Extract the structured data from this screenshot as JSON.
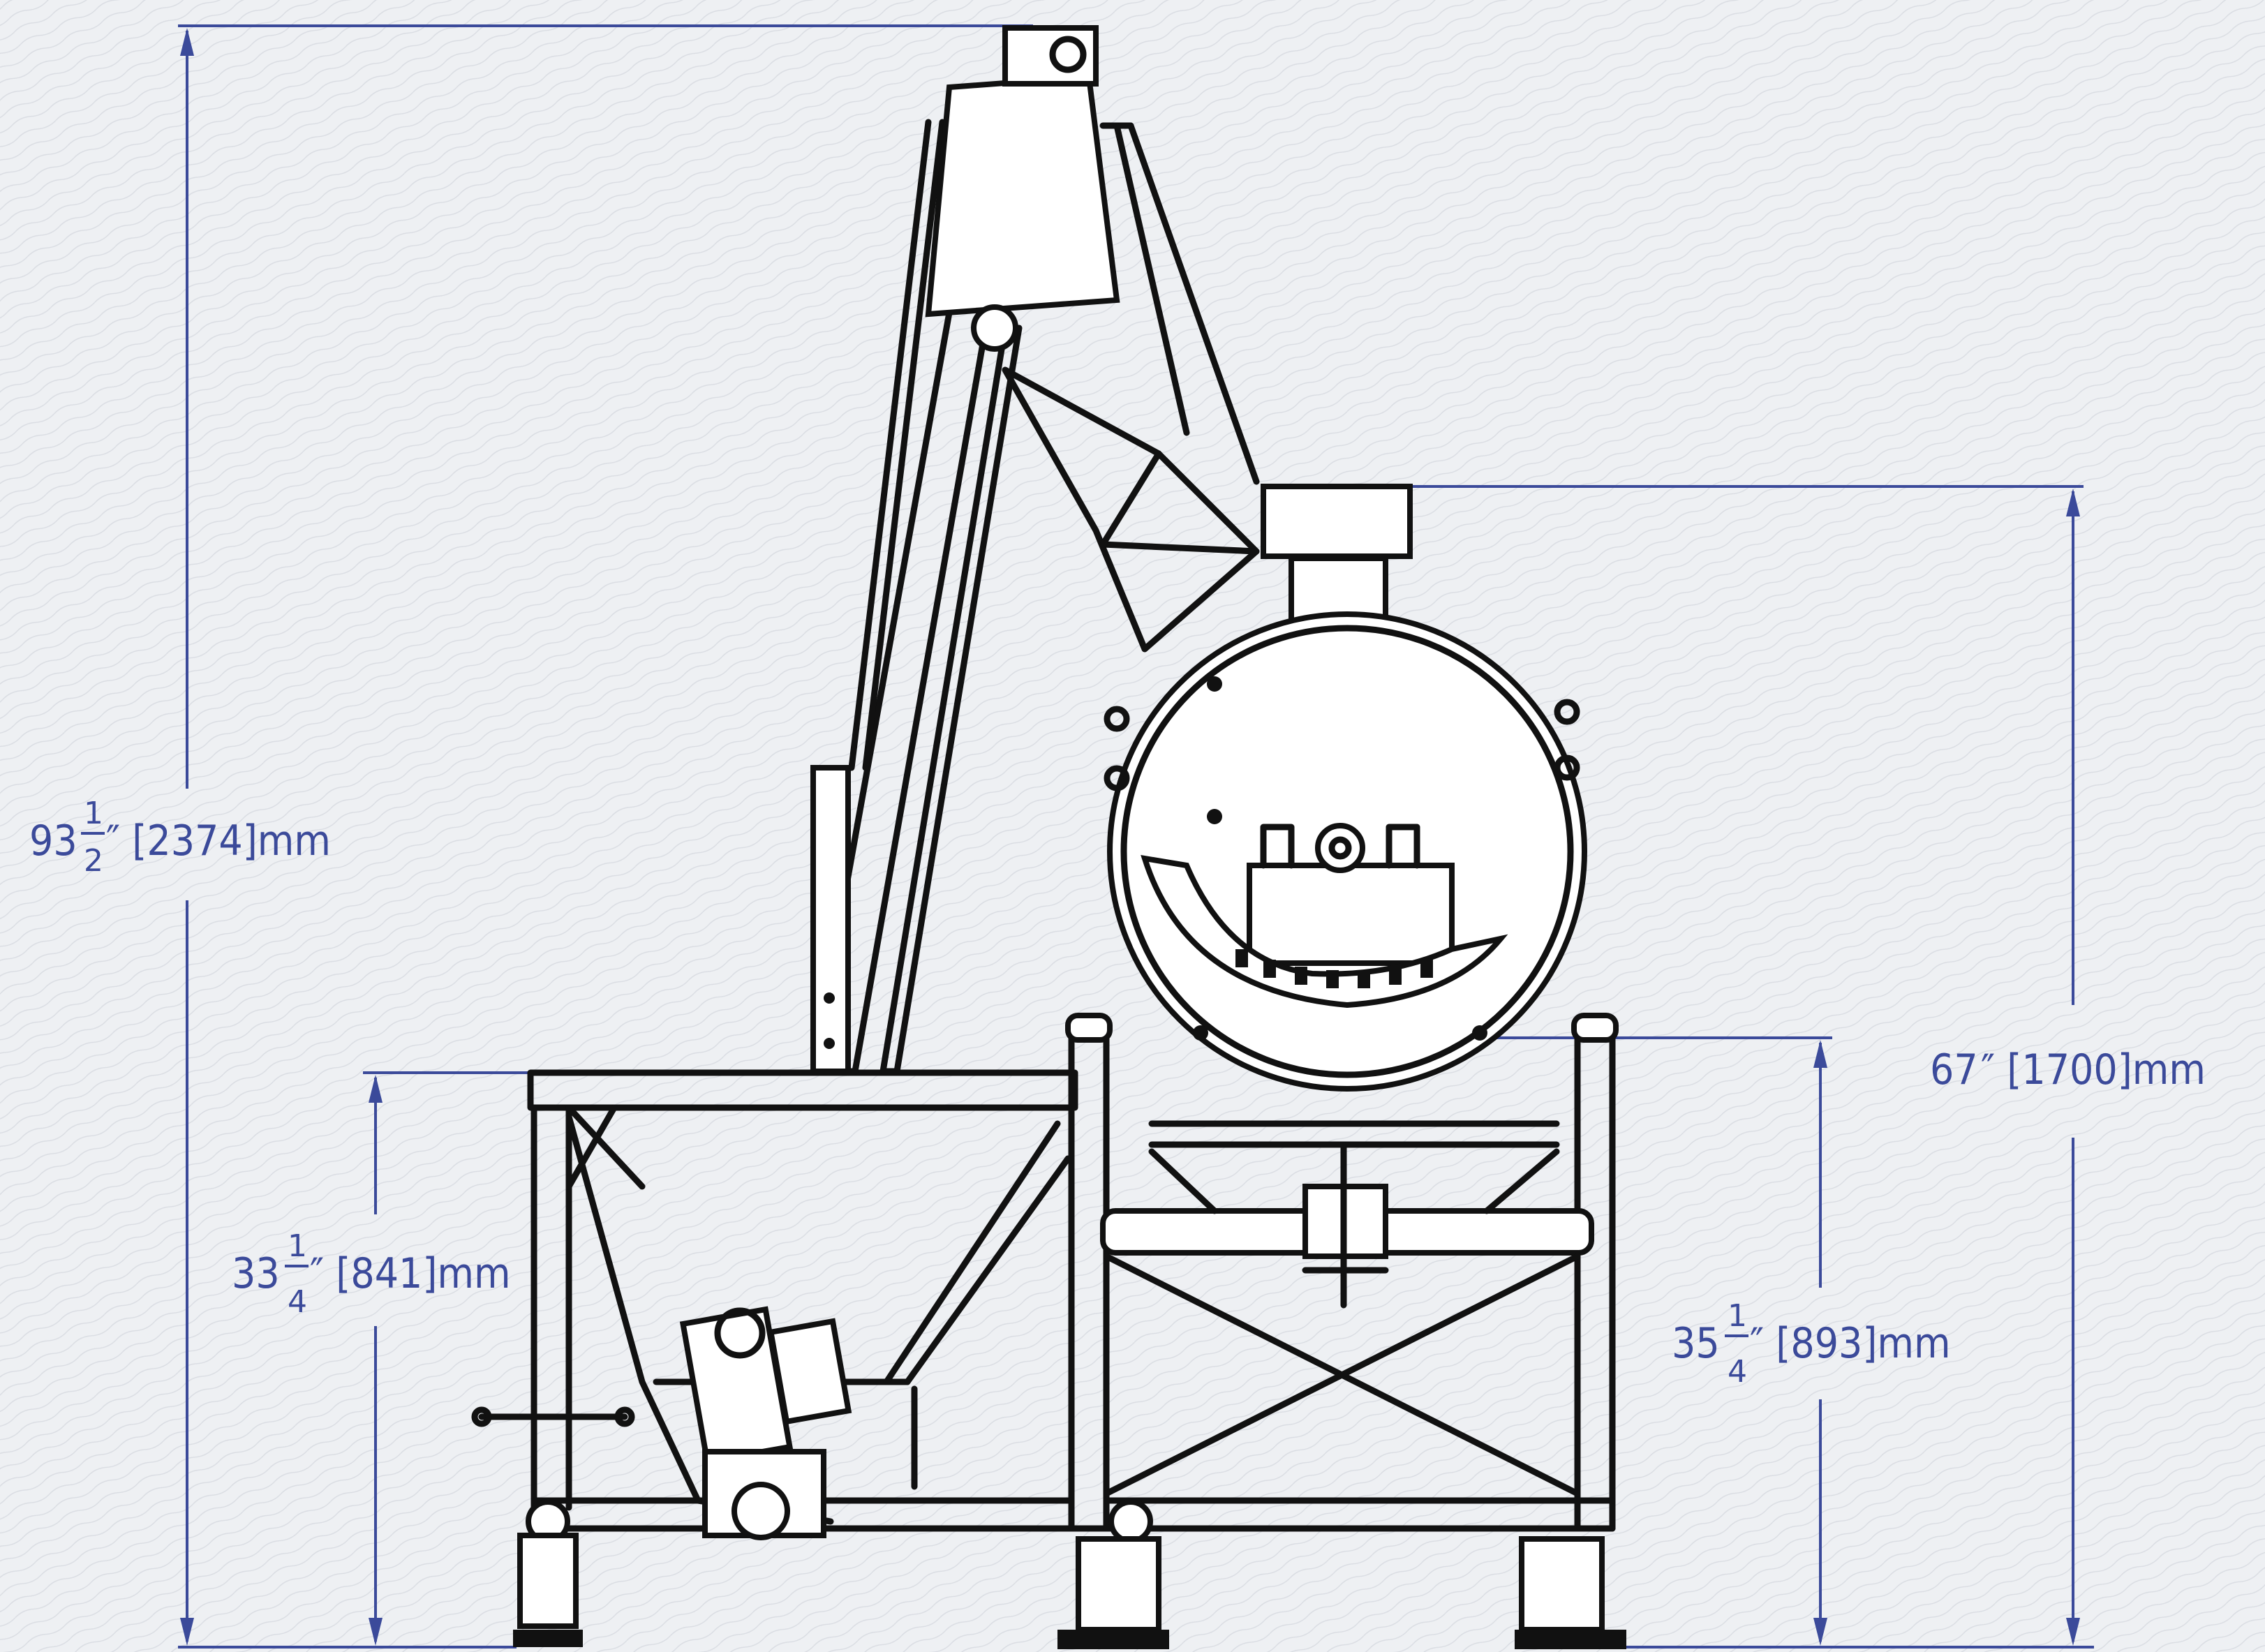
{
  "dimensions": {
    "total_height": {
      "whole": "93",
      "num": "1",
      "den": "2",
      "suffix": "″ [2374]mm"
    },
    "hopper_height": {
      "whole": "33",
      "num": "1",
      "den": "4",
      "suffix": "″ [841]mm"
    },
    "drum_top_height": {
      "whole": "67",
      "suffix": "″ [1700]mm"
    },
    "drum_outlet_height": {
      "whole": "35",
      "num": "1",
      "den": "4",
      "suffix": "″ [893]mm"
    }
  },
  "colors": {
    "dimension_line": "#3b4a9a",
    "drawing_line": "#111111",
    "background": "#eef0f3"
  }
}
